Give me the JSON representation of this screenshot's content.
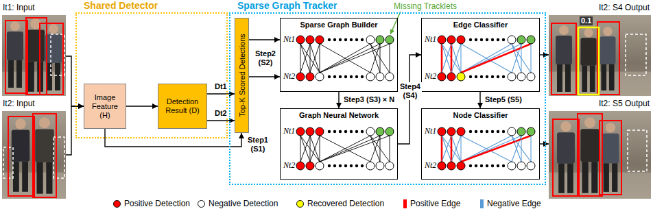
{
  "diagram": {
    "nodes": [
      {
        "text": [
          "It1: Input"
        ]
      },
      {
        "text": [
          "It2: Input"
        ]
      },
      {
        "text": [
          "Shared Detector"
        ]
      },
      {
        "text": [
          "Image Feature (H)"
        ],
        "in": 2
      },
      {
        "text": [
          "Detection Result (D)"
        ],
        "in": 2
      },
      {
        "text": [
          "Sparse Graph Tracker"
        ]
      },
      {
        "text": [
          "Top-K Scored Detections"
        ],
        "in": 5
      },
      {
        "text": [
          "Sparse Graph Builder",
          "Nt1",
          "Nt2"
        ],
        "in": 5
      },
      {
        "text": [
          "Edge Classifier",
          "Nt1",
          "Nt2"
        ],
        "in": 5
      },
      {
        "text": [
          "Graph Neural Network",
          "Nt1",
          "Nt2"
        ],
        "in": 5
      },
      {
        "text": [
          "Node Classifier",
          "Nt1",
          "Nt2"
        ],
        "in": 5
      },
      {
        "text": [
          "It2: S4 Output",
          "0.1"
        ]
      },
      {
        "text": [
          "It2: S5 Output"
        ]
      }
    ],
    "edges": [
      {
        "from": 0,
        "to": 3,
        "arrow": "to"
      },
      {
        "from": 1,
        "to": 3,
        "arrow": "to"
      },
      {
        "from": 3,
        "to": 4,
        "arrow": "to"
      },
      {
        "from": 4,
        "to": 6,
        "label": "Dt1",
        "arrow": "to"
      },
      {
        "from": 4,
        "to": 6,
        "label": "Dt2",
        "arrow": "to"
      },
      {
        "from": 3,
        "to": 6,
        "label": "Step1 (S1)",
        "arrow": "to"
      },
      {
        "from": 6,
        "to": 7,
        "arrow": "to"
      },
      {
        "from": 6,
        "to": 7,
        "label": "Step2 (S2)",
        "arrow": "to"
      },
      {
        "from": 7,
        "to": 9,
        "label": "Step3 (S3) × N",
        "arrow": "to"
      },
      {
        "from": 9,
        "to": 8,
        "label": "Step4 (S4)",
        "arrow": "to"
      },
      {
        "from": 8,
        "to": 10,
        "label": "Step5 (S5)",
        "arrow": "to"
      },
      {
        "from": 8,
        "to": 11,
        "arrow": "to"
      },
      {
        "from": 10,
        "to": 12,
        "arrow": "to"
      }
    ],
    "labels": [
      "Missing Tracklets"
    ],
    "legend": [
      {
        "text": "Positive Detection",
        "color": "#ff0000"
      },
      {
        "text": "Negative Detection",
        "color": "#ffffff"
      },
      {
        "text": "Recovered Detection",
        "color": "#ffff00"
      },
      {
        "text": "Positive Edge",
        "color": "#ff0000"
      },
      {
        "text": "Negative Edge",
        "color": "#5b9bd5"
      }
    ]
  }
}
